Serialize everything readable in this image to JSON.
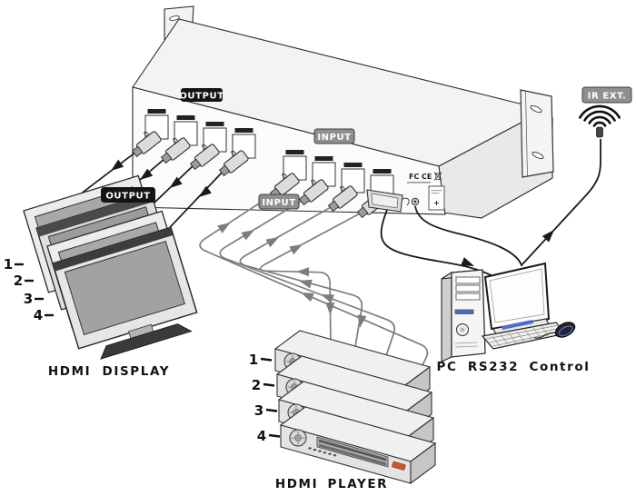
{
  "badges": {
    "output": "OUTPUT",
    "input": "INPUT",
    "ir_ext": "IR EXT."
  },
  "device": {
    "fcc": "FC",
    "ce": "CE",
    "power_plus": "+"
  },
  "displays": {
    "numbers": [
      "1",
      "2",
      "3",
      "4"
    ],
    "caption": "HDMI DISPLAY"
  },
  "players": {
    "numbers": [
      "1",
      "2",
      "3",
      "4"
    ],
    "caption": "HDMI PLAYER"
  },
  "pc": {
    "caption": "PC RS232 Control"
  },
  "colors": {
    "cable_output": "#1a1a1a",
    "cable_input": "#7d7d7d",
    "badge_dark": "#141414",
    "badge_gray": "#8f8f8f",
    "badge_text": "#ffffff",
    "dvd_logo": "#d9502c",
    "pc_accent": "#4a6bd0"
  }
}
